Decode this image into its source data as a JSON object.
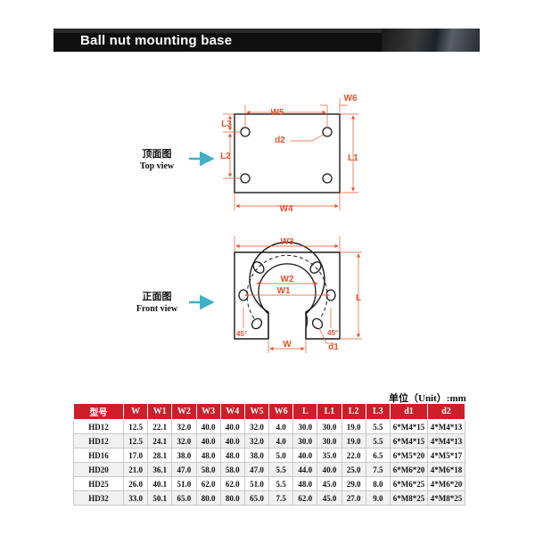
{
  "header": {
    "title": "Ball nut mounting base"
  },
  "top_view": {
    "caption_cn": "顶面图",
    "caption_en": "Top view",
    "dims": {
      "w5": "W5",
      "w6": "W6",
      "w4": "W4",
      "l1": "L1",
      "l2": "L2",
      "l3": "L3",
      "d2": "d2"
    }
  },
  "front_view": {
    "caption_cn": "正面图",
    "caption_en": "Front view",
    "dims": {
      "w3": "W3",
      "w2": "W2",
      "w1": "W1",
      "w": "W",
      "l": "L",
      "d1": "d1",
      "angle_left": "45°",
      "angle_right": "45°"
    }
  },
  "unit_note": "单位（Unit）:mm",
  "table": {
    "headers": [
      "型号",
      "W",
      "W1",
      "W2",
      "W3",
      "W4",
      "W5",
      "W6",
      "L",
      "L1",
      "L2",
      "L3",
      "d1",
      "d2"
    ],
    "rows": [
      [
        "HD12",
        "12.5",
        "22.1",
        "32.0",
        "40.0",
        "40.0",
        "32.0",
        "4.0",
        "30.0",
        "30.0",
        "19.0",
        "5.5",
        "6*M4*15",
        "4*M4*13"
      ],
      [
        "HD12",
        "12.5",
        "24.1",
        "32.0",
        "40.0",
        "40.0",
        "32.0",
        "4.0",
        "30.0",
        "30.0",
        "19.0",
        "5.5",
        "6*M4*15",
        "4*M4*13"
      ],
      [
        "HD16",
        "17.0",
        "28.1",
        "38.0",
        "48.0",
        "48.0",
        "38.0",
        "5.0",
        "40.0",
        "35.0",
        "22.0",
        "6.5",
        "6*M5*20",
        "4*M5*17"
      ],
      [
        "HD20",
        "21.0",
        "36.1",
        "47.0",
        "58.0",
        "58.0",
        "47.0",
        "5.5",
        "44.0",
        "40.0",
        "25.0",
        "7.5",
        "6*M6*20",
        "4*M6*18"
      ],
      [
        "HD25",
        "26.0",
        "40.1",
        "51.0",
        "62.0",
        "62.0",
        "51.0",
        "5.5",
        "48.0",
        "45.0",
        "29.0",
        "8.0",
        "6*M6*25",
        "4*M6*20"
      ],
      [
        "HD32",
        "33.0",
        "50.1",
        "65.0",
        "80.0",
        "80.0",
        "65.0",
        "7.5",
        "62.0",
        "45.0",
        "27.0",
        "9.0",
        "6*M8*25",
        "4*M8*25"
      ]
    ]
  },
  "colors": {
    "accent": "#cc1f2a",
    "dimension": "#e4542c",
    "pointer": "#3fb0c8"
  }
}
